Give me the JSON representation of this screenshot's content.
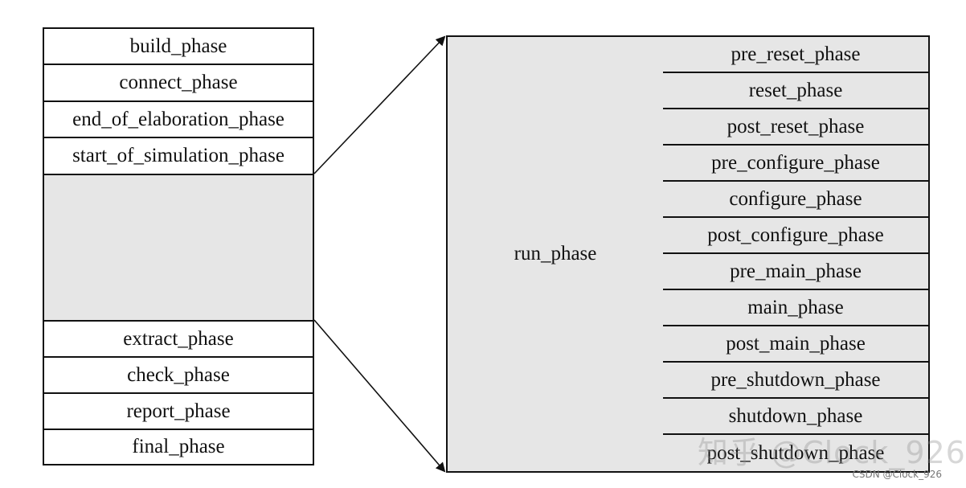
{
  "left_phases": {
    "top": [
      "build_phase",
      "connect_phase",
      "end_of_elaboration_phase",
      "start_of_simulation_phase"
    ],
    "bottom": [
      "extract_phase",
      "check_phase",
      "report_phase",
      "final_phase"
    ]
  },
  "run_phase": {
    "label": "run_phase",
    "sub_phases": [
      "pre_reset_phase",
      "reset_phase",
      "post_reset_phase",
      "pre_configure_phase",
      "configure_phase",
      "post_configure_phase",
      "pre_main_phase",
      "main_phase",
      "post_main_phase",
      "pre_shutdown_phase",
      "shutdown_phase",
      "post_shutdown_phase"
    ]
  },
  "watermark": "知乎 @Clock_926",
  "credit": "CSDN @Clock_926",
  "colors": {
    "border": "#111111",
    "fill_gray": "#e6e6e6",
    "background": "#ffffff"
  }
}
